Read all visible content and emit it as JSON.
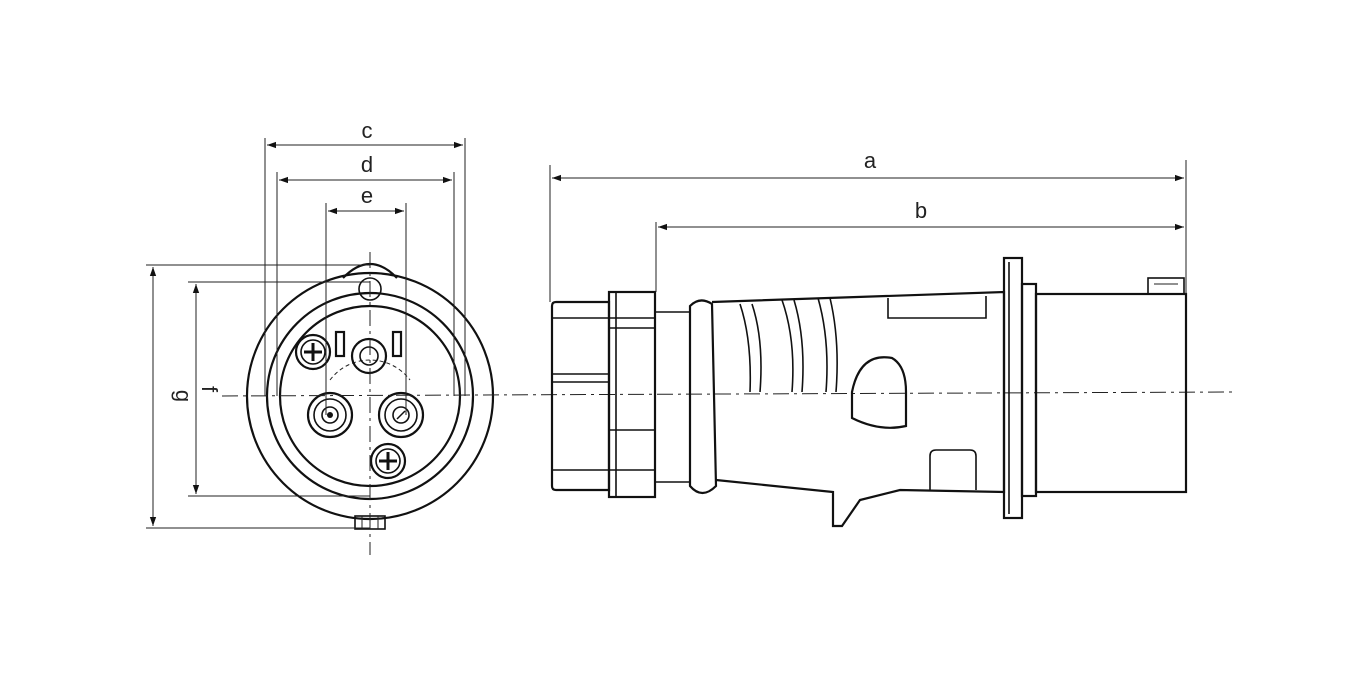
{
  "dimensions": {
    "a": "a",
    "b": "b",
    "c": "c",
    "d": "d",
    "e": "e",
    "f": "f",
    "g": "g"
  },
  "colors": {
    "line": "#111111",
    "background": "#ffffff"
  }
}
